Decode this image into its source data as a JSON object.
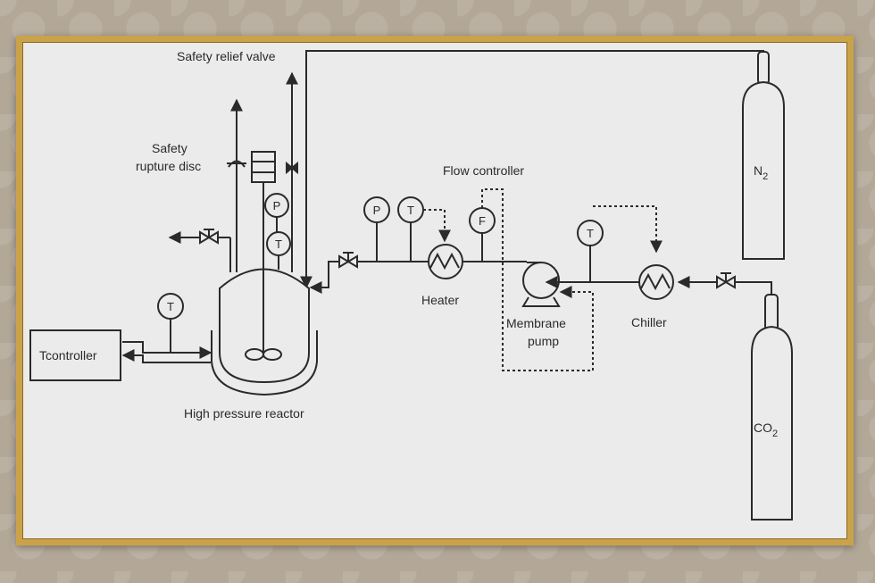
{
  "labels": {
    "safety_relief_valve": "Safety relief valve",
    "safety_rupture_disc_line1": "Safety",
    "safety_rupture_disc_line2": "rupture disc",
    "flow_controller": "Flow controller",
    "heater": "Heater",
    "membrane_pump_line1": "Membrane",
    "membrane_pump_line2": "pump",
    "chiller": "Chiller",
    "tcontroller": "Tcontroller",
    "high_pressure_reactor": "High pressure reactor",
    "n2_main": "N",
    "n2_sub": "2",
    "co2_main": "CO",
    "co2_sub": "2"
  },
  "instruments": {
    "reactor_pressure": "P",
    "reactor_temp": "T",
    "jacket_temp": "T",
    "heater_pressure": "P",
    "heater_temp": "T",
    "flow": "F",
    "chiller_temp": "T"
  },
  "colors": {
    "frame": "#c9a24a",
    "board": "#ebebeb",
    "ink": "#2a2a2a",
    "wall": "#b3a898"
  }
}
